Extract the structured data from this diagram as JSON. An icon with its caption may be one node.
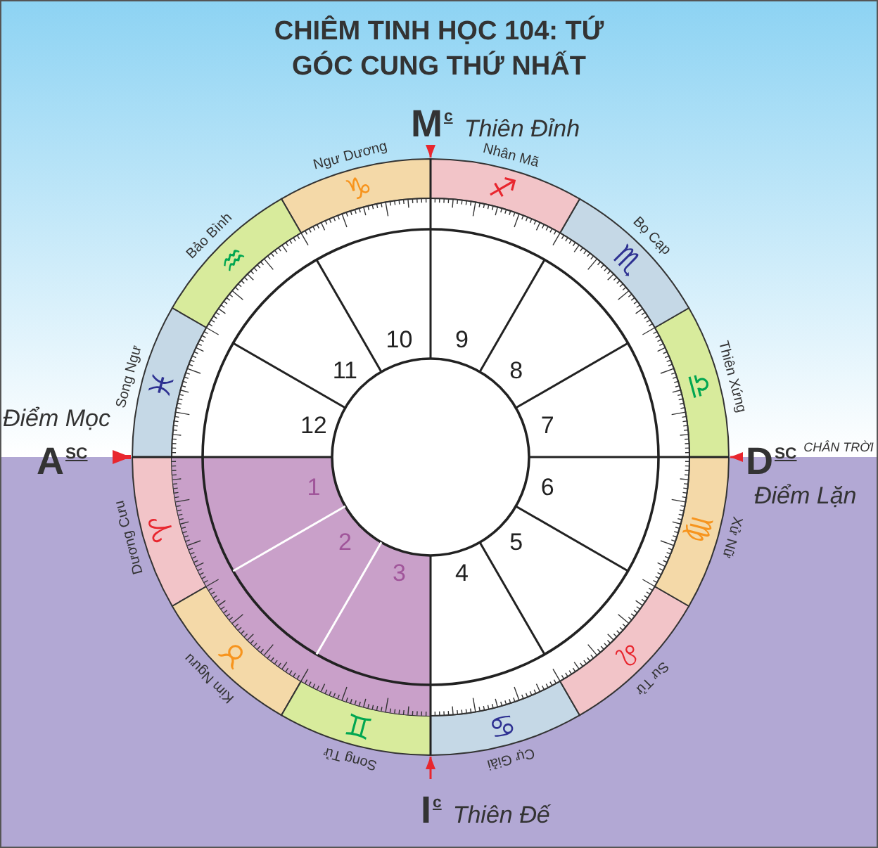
{
  "diagram": {
    "title": "CHIÊM TINH HỌC 104: TỨ GÓC CUNG THỨ NHẤT",
    "nodes": [
      {
        "text": [
          "M$^{c}$",
          "Thiên Đỉnh"
        ]
      },
      {
        "text": [
          "Điểm Mọc",
          "A$^{SC}$"
        ]
      },
      {
        "text": [
          "D$^{SC}$",
          "Điểm Lặn"
        ]
      },
      {
        "text": [
          "I$^{c}$",
          "Thiên Đế"
        ]
      },
      {
        "text": [],
        "shape": "circle"
      }
    ],
    "edges": [
      {
        "from": 0,
        "to": 4,
        "arrow": "to"
      },
      {
        "from": 1,
        "to": 4,
        "arrow": "to",
        "style": "thick"
      },
      {
        "from": 2,
        "to": 4,
        "arrow": "to"
      },
      {
        "from": 3,
        "to": 4,
        "arrow": "to"
      }
    ],
    "labels": [
      "CHÂN TRỜI",
      "Dương Cưu",
      "♈",
      "Kim Ngưu",
      "♉",
      "Song Tử",
      "♊",
      "Cự Giải",
      "♋",
      "Sư Tử",
      "♌",
      "Xử Nữ",
      "♍",
      "Thiên Xứng",
      "♎",
      "Bọ Cạp",
      "♏",
      "Nhân Mã",
      "♐",
      "Ngư Dương",
      "♑",
      "Bảo Bình",
      "♒",
      "Song Ngư",
      "♓",
      "1",
      "2",
      "3",
      "4",
      "5",
      "6",
      "7",
      "8",
      "9",
      "10",
      "11",
      "12"
    ]
  }
}
